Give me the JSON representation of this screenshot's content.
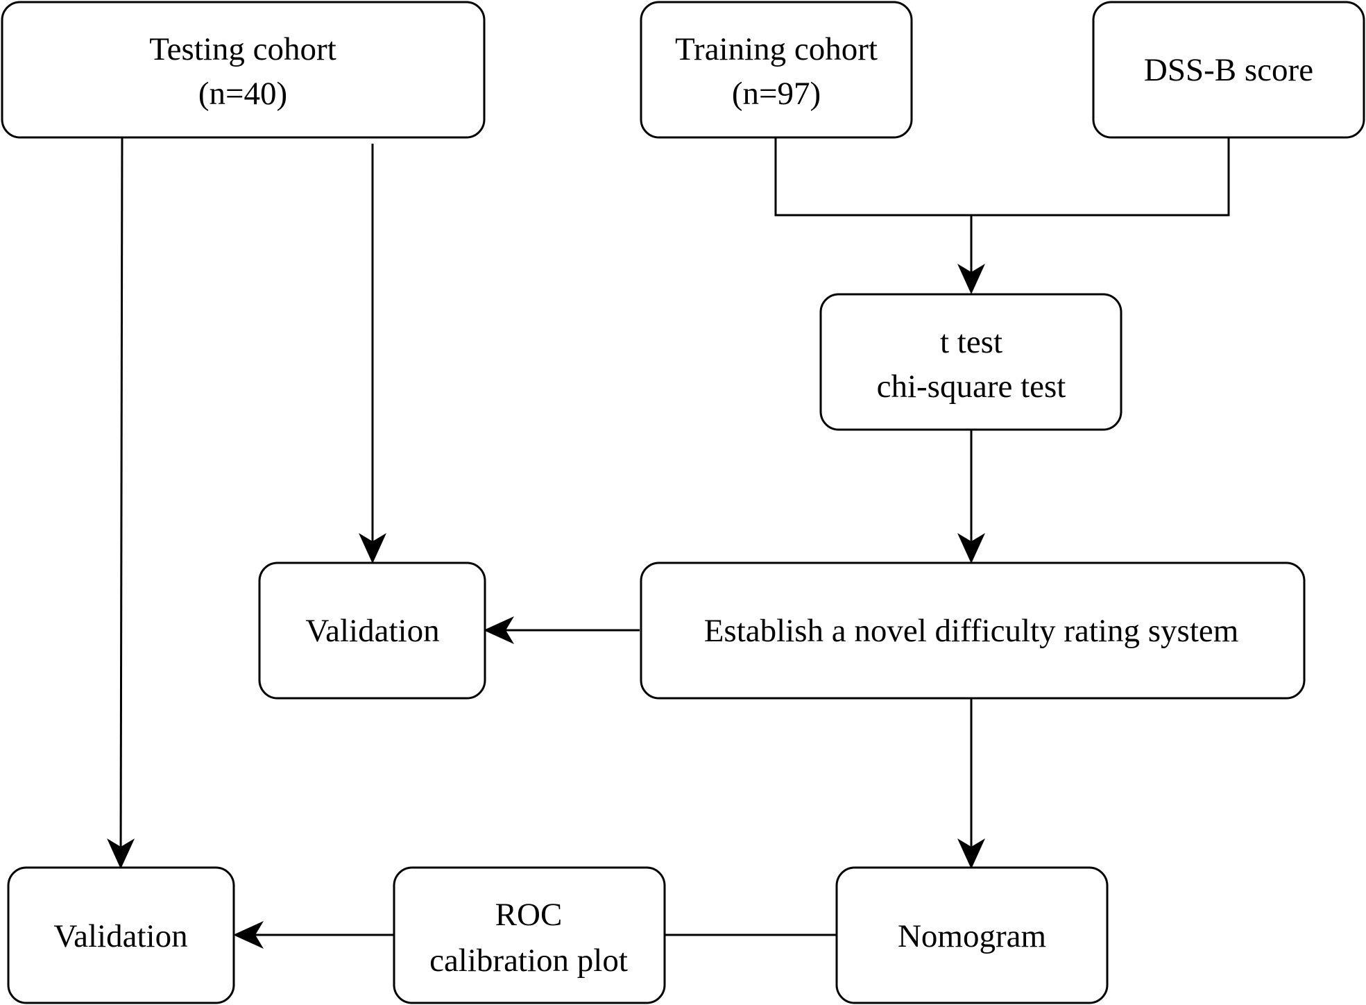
{
  "diagram": {
    "nodes": {
      "testing_cohort": {
        "line1": "Testing cohort",
        "line2": "(n=40)"
      },
      "training_cohort": {
        "line1": "Training cohort",
        "line2": "(n=97)"
      },
      "dss_b": {
        "label": "DSS-B score"
      },
      "tests": {
        "line1": "t test",
        "line2": "chi-square test"
      },
      "establish": {
        "label": "Establish a novel difficulty rating system"
      },
      "validation_mid": {
        "label": "Validation"
      },
      "nomogram": {
        "label": "Nomogram"
      },
      "roc": {
        "line1": "ROC",
        "line2": "calibration plot"
      },
      "validation_bottom": {
        "label": "Validation"
      }
    },
    "edges": [
      {
        "from": "training_cohort",
        "to": "tests"
      },
      {
        "from": "dss_b",
        "to": "tests"
      },
      {
        "from": "tests",
        "to": "establish"
      },
      {
        "from": "establish",
        "to": "validation_mid"
      },
      {
        "from": "testing_cohort",
        "to": "validation_mid"
      },
      {
        "from": "establish",
        "to": "nomogram"
      },
      {
        "from": "nomogram",
        "to": "validation_bottom",
        "via": "roc"
      },
      {
        "from": "testing_cohort",
        "to": "validation_bottom"
      }
    ]
  }
}
